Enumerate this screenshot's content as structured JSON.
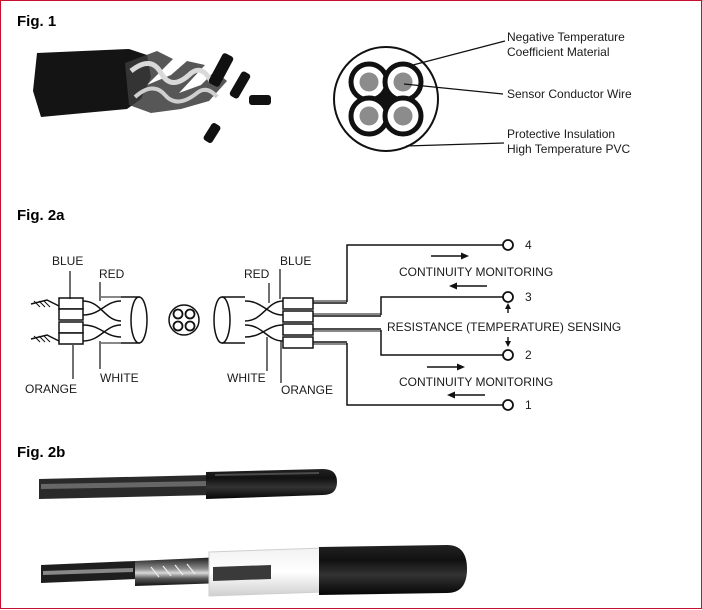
{
  "colors": {
    "frame": "#c8102e",
    "ink": "#1a1a1a"
  },
  "fig1": {
    "title": "Fig. 1",
    "labels": {
      "ntc_line1": "Negative Temperature",
      "ntc_line2": "Coefficient Material",
      "conductor": "Sensor Conductor Wire",
      "insulation_line1": "Protective Insulation",
      "insulation_line2": "High Temperature PVC"
    }
  },
  "fig2a": {
    "title": "Fig. 2a",
    "left_wires": {
      "blue": "BLUE",
      "red": "RED",
      "orange": "ORANGE",
      "white": "WHITE"
    },
    "right_wires": {
      "red": "RED",
      "blue": "BLUE",
      "white": "WHITE",
      "orange": "ORANGE"
    },
    "terminals": [
      "4",
      "3",
      "2",
      "1"
    ],
    "annotations": {
      "continuity_top": "CONTINUITY MONITORING",
      "resistance": "RESISTANCE (TEMPERATURE) SENSING",
      "continuity_bottom": "CONTINUITY MONITORING"
    }
  },
  "fig2b": {
    "title": "Fig. 2b"
  }
}
